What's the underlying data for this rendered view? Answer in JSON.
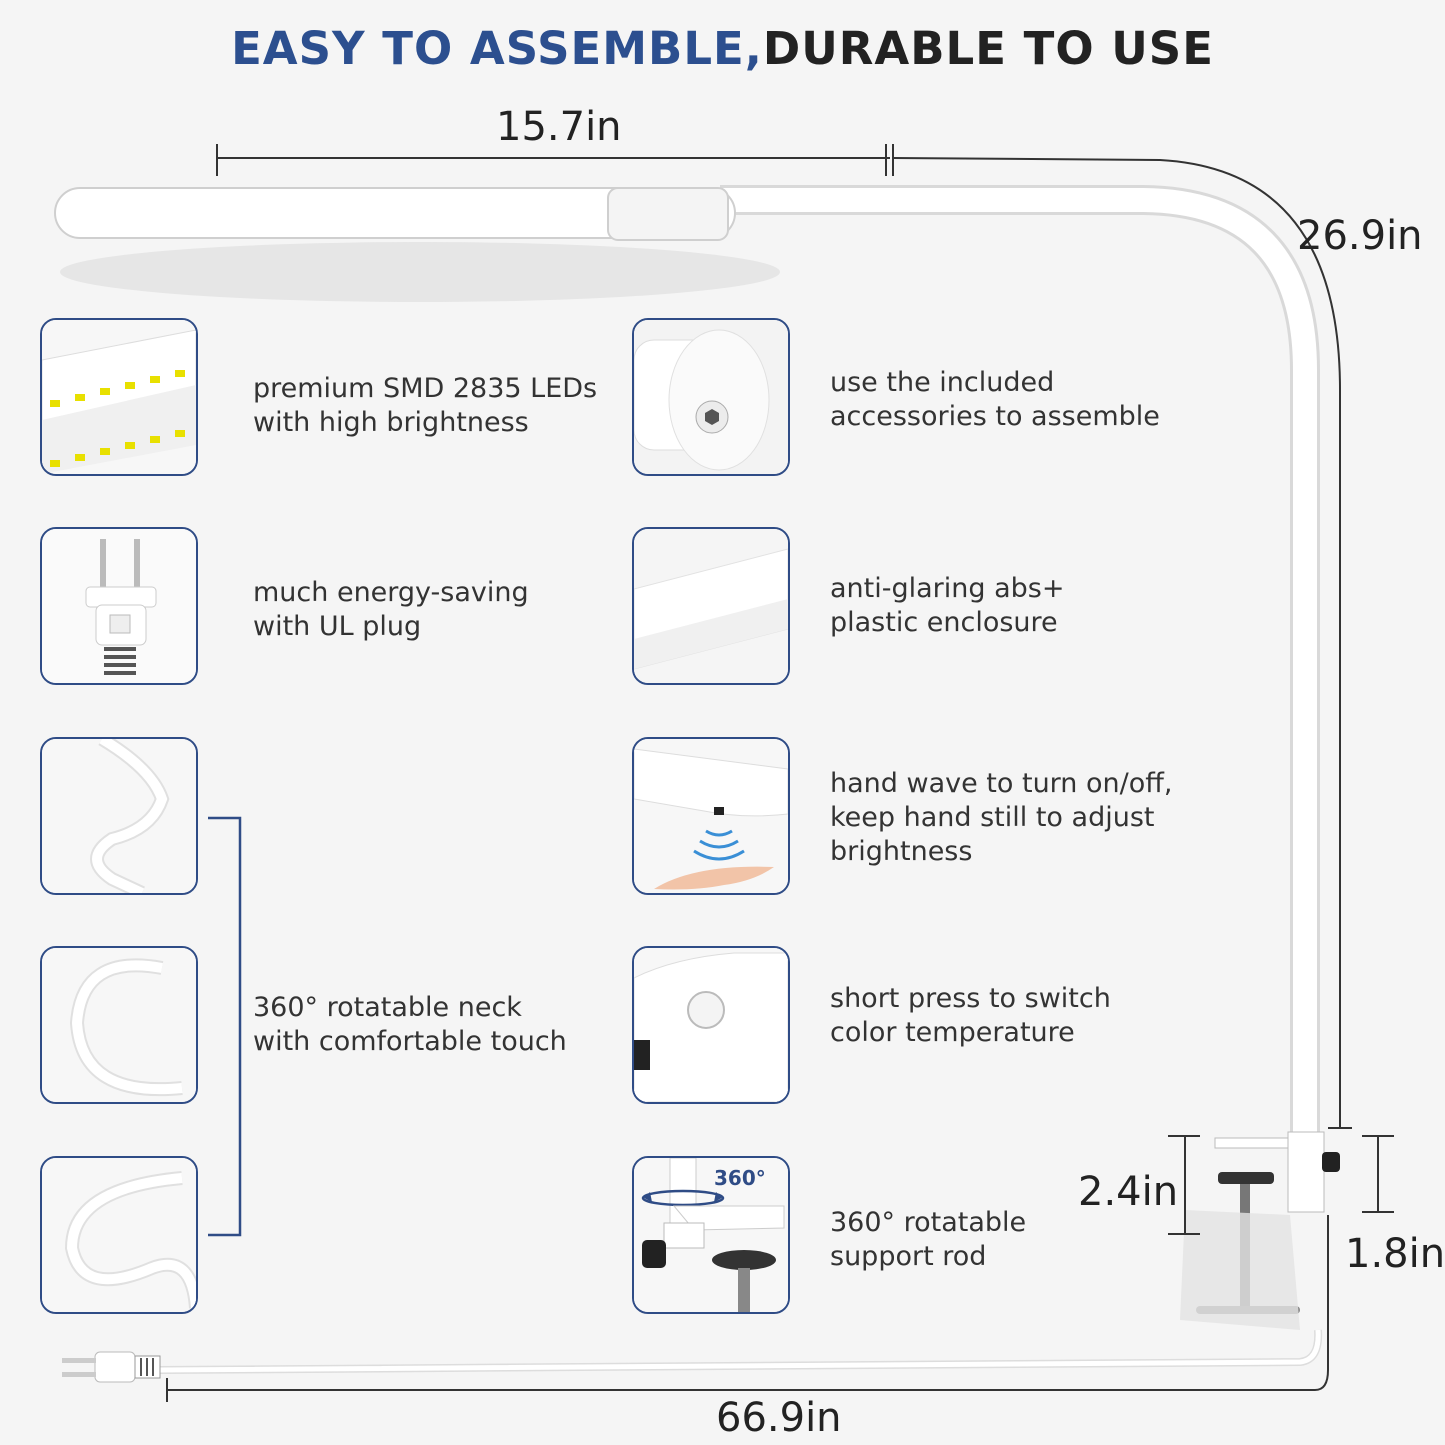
{
  "title": {
    "part1": "EASY TO ASSEMBLE,",
    "part2": "DURABLE TO USE"
  },
  "dimensions": {
    "head_length": "15.7in",
    "height": "26.9in",
    "clamp_opening": "2.4in",
    "clamp_depth": "1.8in",
    "cord_length": "66.9in"
  },
  "features": [
    {
      "lines": [
        "premium SMD 2835 LEDs",
        "with high brightness"
      ]
    },
    {
      "lines": [
        "use  the included",
        "accessories to assemble"
      ]
    },
    {
      "lines": [
        "much energy-saving",
        "with UL plug"
      ]
    },
    {
      "lines": [
        "anti-glaring abs+",
        "plastic enclosure"
      ]
    },
    {
      "lines": [
        "hand wave to turn on/off,",
        "keep hand still to adjust",
        "brightness"
      ]
    },
    {
      "lines": [
        "360° rotatable neck",
        "with comfortable touch"
      ]
    },
    {
      "lines": [
        "short press to switch",
        "color temperature"
      ]
    },
    {
      "lines": [
        "360° rotatable",
        "support rod"
      ]
    }
  ],
  "rotation_label": "360°",
  "colors": {
    "accent": "#2f4c86",
    "title_blue": "#2c4f8f",
    "text": "#333333"
  }
}
